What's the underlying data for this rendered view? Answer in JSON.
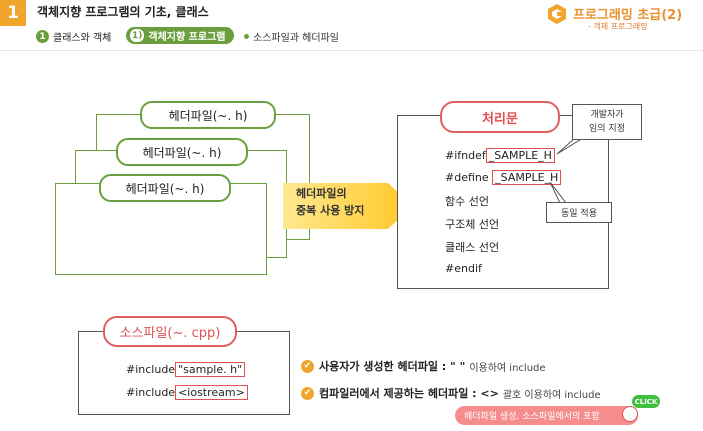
{
  "header": {
    "section_number": "1",
    "title": "객체지향 프로그램의 기초, 클래스",
    "crumbs": [
      {
        "num": "1",
        "label": "클래스와 객체"
      },
      {
        "num": "1)",
        "label": "객체지향 프로그램"
      },
      {
        "label": "소스파일과 헤더파일"
      }
    ],
    "brand": "프로그래밍 초급(2)",
    "brand_sub": "- 객체 프로그래밍"
  },
  "header_files": [
    "헤더파일(~. h)",
    "헤더파일(~. h)",
    "헤더파일(~. h)"
  ],
  "arrow_text": [
    "헤더파일의",
    "중복 사용 방지"
  ],
  "process": {
    "title": "처리문",
    "lines": [
      {
        "prefix": "#ifndef",
        "boxed": "_SAMPLE_H"
      },
      {
        "prefix": "#define ",
        "boxed": "_SAMPLE_H"
      },
      {
        "prefix": "함수 선언"
      },
      {
        "prefix": "구조체 선언"
      },
      {
        "prefix": "클래스 선언"
      },
      {
        "prefix": "#endif"
      }
    ],
    "callout_dev": [
      "개발자가",
      "임의 지정"
    ],
    "callout_same": "동일 적용"
  },
  "source": {
    "title": "소스파일(~. cpp)",
    "lines": [
      {
        "prefix": "#include",
        "boxed": "\"sample. h\""
      },
      {
        "prefix": "#include",
        "boxed": "<iostream>"
      }
    ]
  },
  "bullets": [
    {
      "bold": "사용자가 생성한 헤더파일 : \" \"",
      "rest": "이용하여 include"
    },
    {
      "bold": "컴파일러에서 제공하는 헤더파일 : <>",
      "rest": "괄호 이용하여 include"
    }
  ],
  "click_button": "헤더파일 생성, 소스파일에서의 포함",
  "click_badge": "CLICK",
  "colors": {
    "green": "#6b9e3c",
    "orange": "#f1a52c",
    "red": "#e05050",
    "arrow_yellow": "#ffd24a"
  }
}
